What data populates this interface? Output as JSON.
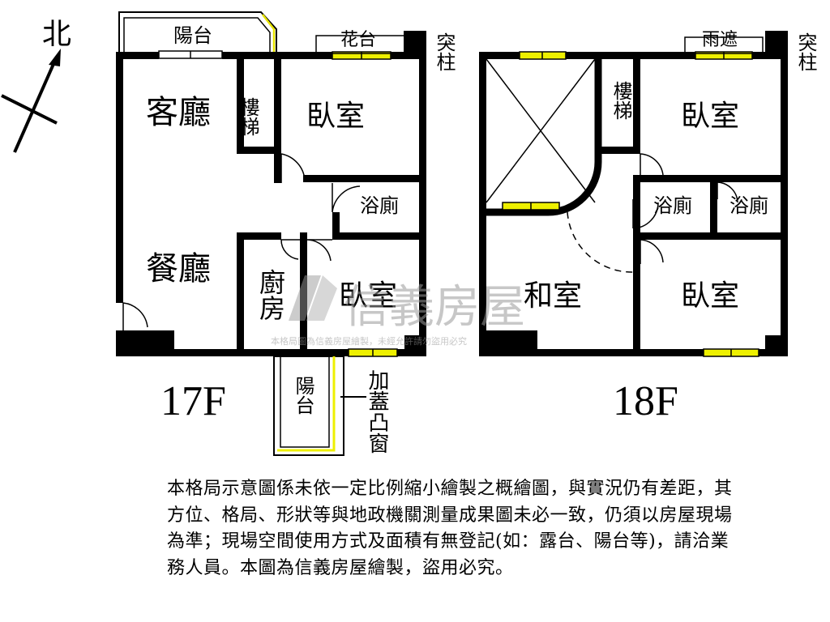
{
  "compass": {
    "label": "北"
  },
  "floors": {
    "f17": {
      "floor_label": "17F",
      "rooms": {
        "balcony_top": "陽台",
        "living_room": "客廳",
        "stairs": "樓梯",
        "bedroom_1": "臥室",
        "flower_stand": "花台",
        "column": "突柱",
        "bathroom": "浴廁",
        "dining_room": "餐廳",
        "kitchen": "廚房",
        "bedroom_2": "臥室",
        "balcony_bottom": "陽台",
        "bay_window": "加蓋凸窗"
      }
    },
    "f18": {
      "floor_label": "18F",
      "rooms": {
        "canopy": "雨遮",
        "column": "突柱",
        "stairs": "樓梯",
        "bedroom_1": "臥室",
        "bathroom_1": "浴廁",
        "bathroom_2": "浴廁",
        "japanese_room": "和室",
        "bedroom_2": "臥室"
      }
    }
  },
  "watermark": {
    "brand": "信義房屋",
    "notice": "本格局圖為信義房屋繪製，未經允許請勿盜用必究"
  },
  "disclaimer": "本格局示意圖係未依一定比例縮小繪製之概繪圖，與實況仍有差距，其方位、格局、形狀等與地政機關測量成果圖未必一致，仍須以房屋現場為準；現場空間使用方式及面積有無登記(如：露台、陽台等)，請洽業務人員。本圖為信義房屋繪製，盜用必究。"
}
